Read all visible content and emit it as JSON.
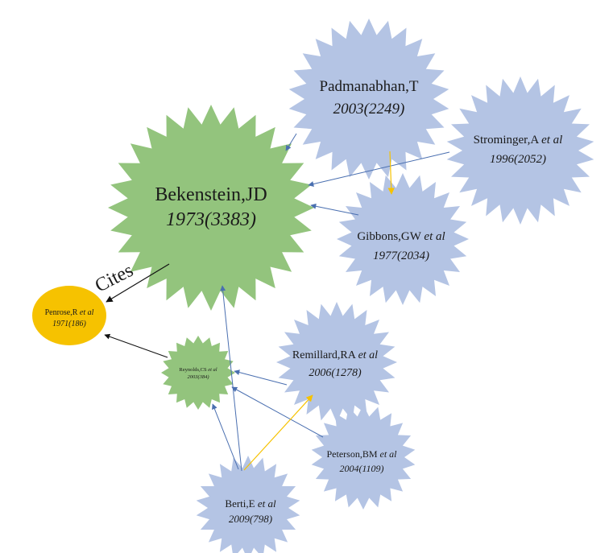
{
  "colors": {
    "blue_node": "#b4c4e4",
    "green_node": "#93c47d",
    "yellow_node": "#f6c200",
    "blue_edge": "#4a6fb0",
    "yellow_edge": "#f6c200",
    "black_edge": "#111111"
  },
  "edge_label": "Cites",
  "nodes": {
    "bekenstein": {
      "name": "Bekenstein,JD",
      "etal": "",
      "meta": "1973(3383)"
    },
    "padmanabhan": {
      "name": "Padmanabhan,T",
      "etal": "",
      "meta": "2003(2249)"
    },
    "strominger": {
      "name": "Strominger,A",
      "etal": "et al",
      "meta": "1996(2052)"
    },
    "gibbons": {
      "name": "Gibbons,GW",
      "etal": "et al",
      "meta": "1977(2034)"
    },
    "penrose": {
      "name": "Penrose,R",
      "etal": "et al",
      "meta": "1971(186)"
    },
    "reynolds": {
      "name": "Reynolds,CS",
      "etal": "et al",
      "meta": "2003(384)"
    },
    "remillard": {
      "name": "Remillard,RA",
      "etal": "et al",
      "meta": "2006(1278)"
    },
    "peterson": {
      "name": "Peterson,BM",
      "etal": "et al",
      "meta": "2004(1109)"
    },
    "berti": {
      "name": "Berti,E",
      "etal": "et al",
      "meta": "2009(798)"
    }
  }
}
